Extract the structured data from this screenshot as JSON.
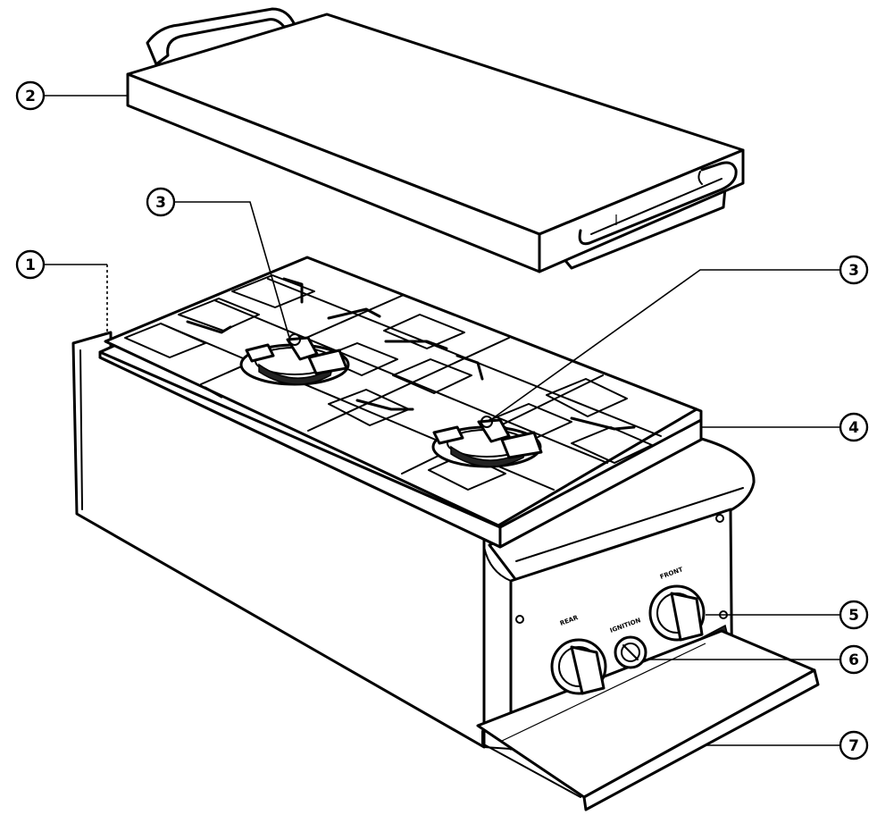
{
  "callouts": [
    {
      "id": "c1",
      "label": "1"
    },
    {
      "id": "c2",
      "label": "2"
    },
    {
      "id": "c3a",
      "label": "3"
    },
    {
      "id": "c3b",
      "label": "3"
    },
    {
      "id": "c4",
      "label": "4"
    },
    {
      "id": "c5",
      "label": "5"
    },
    {
      "id": "c6",
      "label": "6"
    },
    {
      "id": "c7",
      "label": "7"
    }
  ],
  "panel_labels": {
    "rear": "REAR",
    "ignition": "IGNITION",
    "front": "FRONT"
  }
}
